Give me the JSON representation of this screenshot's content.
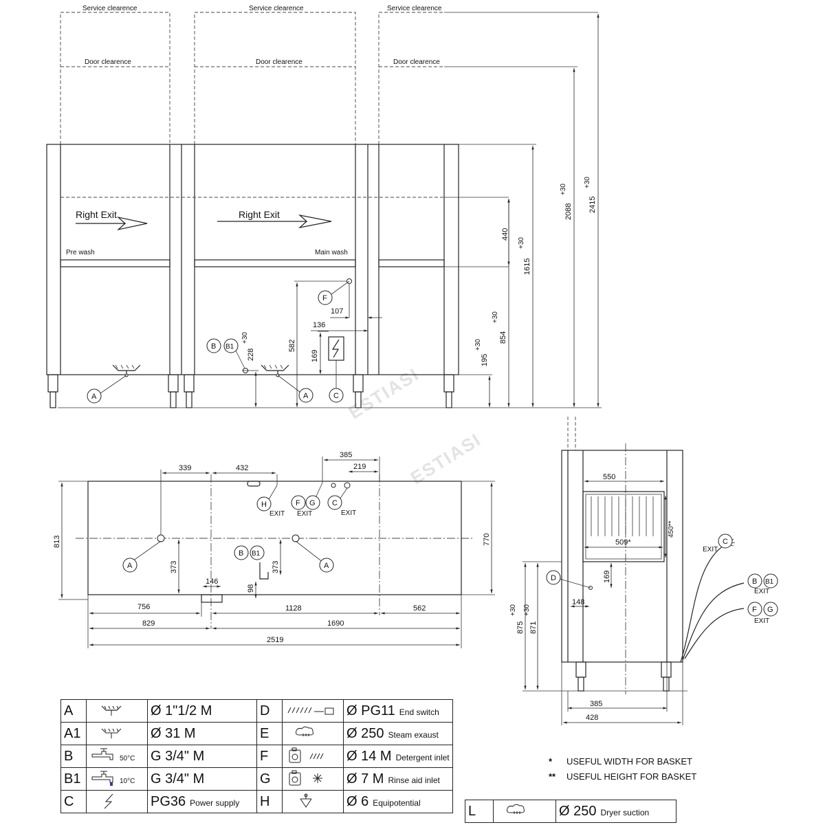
{
  "front": {
    "service_clearance": "Service clearence",
    "door_clearance": "Door clearence",
    "right_exit": "Right Exit",
    "pre_wash": "Pre wash",
    "main_wash": "Main wash",
    "dim_440": "440",
    "dim_1615": "1615",
    "dim_2088": "2088",
    "dim_2415": "2415",
    "dim_854": "854",
    "dim_195": "195",
    "dim_582": "582",
    "dim_228": "228",
    "dim_169": "169",
    "dim_107": "107",
    "dim_136": "136",
    "tol": "+30",
    "label_A": "A",
    "label_B": "B",
    "label_B1": "B1",
    "label_C": "C",
    "label_F": "F"
  },
  "plan": {
    "dim_339": "339",
    "dim_432": "432",
    "dim_385": "385",
    "dim_219": "219",
    "dim_813": "813",
    "dim_770": "770",
    "dim_373a": "373",
    "dim_373b": "373",
    "dim_146": "146",
    "dim_98": "98",
    "dim_756": "756",
    "dim_1128": "1128",
    "dim_562": "562",
    "dim_829": "829",
    "dim_1690": "1690",
    "dim_2519": "2519",
    "exit": "EXIT",
    "label_H": "H",
    "label_F": "F",
    "label_G": "G",
    "label_C": "C",
    "label_A": "A",
    "label_B": "B",
    "label_B1": "B1"
  },
  "side": {
    "dim_550": "550",
    "dim_509": "509*",
    "dim_450": "450**",
    "dim_169": "169",
    "dim_148": "148",
    "dim_875": "875",
    "dim_871": "871",
    "dim_385": "385",
    "dim_428": "428",
    "tol": "+30",
    "exit": "EXIT",
    "label_C": "C",
    "label_B": "B",
    "label_B1": "B1",
    "label_F": "F",
    "label_G": "G",
    "label_D": "D"
  },
  "watermark": "ESTIASI",
  "legend": [
    {
      "key": "A",
      "icon": "drain-icon",
      "value": "Ø 1\"1/2 M",
      "desc": ""
    },
    {
      "key": "A1",
      "icon": "drain-icon",
      "value": "Ø 31 M",
      "desc": ""
    },
    {
      "key": "B",
      "icon": "hot-water-tap-icon",
      "temp": "50°C",
      "value": "G 3/4\" M",
      "desc": ""
    },
    {
      "key": "B1",
      "icon": "cold-water-tap-icon",
      "temp": "10°C",
      "value": "G 3/4\" M",
      "desc": ""
    },
    {
      "key": "C",
      "icon": "lightning-icon",
      "value": "PG36",
      "desc": "Power supply"
    }
  ],
  "legend2": [
    {
      "key": "D",
      "icon": "end-switch-icon",
      "value": "Ø PG11",
      "desc": "End switch"
    },
    {
      "key": "E",
      "icon": "steam-cloud-icon",
      "value": "Ø 250",
      "desc": "Steam exaust"
    },
    {
      "key": "F",
      "icon": "detergent-canister-icon",
      "value": "Ø 14 M",
      "desc": "Detergent inlet"
    },
    {
      "key": "G",
      "icon": "rinse-aid-canister-icon",
      "value": "Ø 7 M",
      "desc": "Rinse aid inlet"
    },
    {
      "key": "H",
      "icon": "equipotential-icon",
      "value": "Ø 6",
      "desc": "Equipotential"
    }
  ],
  "legend_L": {
    "key": "L",
    "icon": "dryer-cloud-icon",
    "value": "Ø 250",
    "desc": "Dryer suction"
  },
  "notes": [
    {
      "mark": "*",
      "text": "USEFUL WIDTH FOR BASKET"
    },
    {
      "mark": "**",
      "text": "USEFUL HEIGHT FOR BASKET"
    }
  ]
}
